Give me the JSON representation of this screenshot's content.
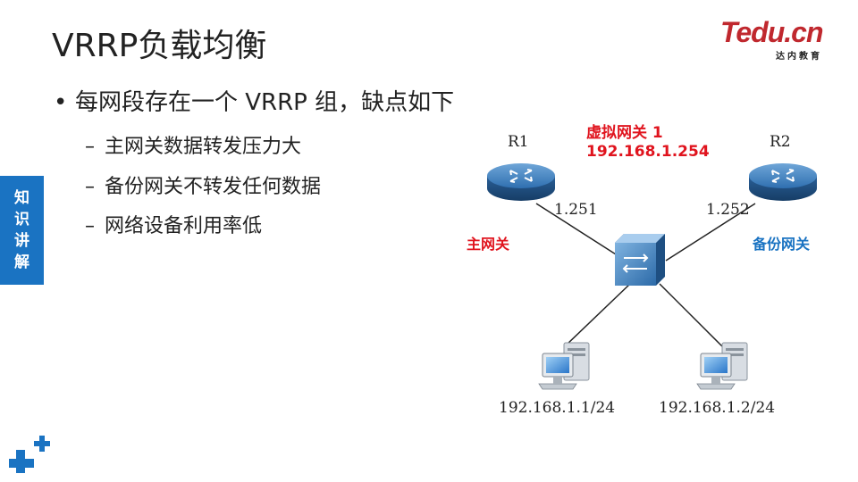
{
  "title": "VRRP负载均衡",
  "logo": {
    "main": "Tedu.cn",
    "sub": "达内教育"
  },
  "side_tab": {
    "chars": [
      "知",
      "识",
      "讲",
      "解"
    ]
  },
  "bullet": {
    "symbol": "•",
    "text": "每网段存在一个 VRRP 组，缺点如下"
  },
  "sub_items": [
    {
      "dash": "–",
      "text": "主网关数据转发压力大"
    },
    {
      "dash": "–",
      "text": "备份网关不转发任何数据"
    },
    {
      "dash": "–",
      "text": "网络设备利用率低"
    }
  ],
  "diagram": {
    "r1_label": "R1",
    "r2_label": "R2",
    "virtual_gw_line1": "虚拟网关 1",
    "virtual_gw_line2": "192.168.1.254",
    "r1_addr": "1.251",
    "r2_addr": "1.252",
    "master_label": "主网关",
    "backup_label": "备份网关",
    "pc1_addr": "192.168.1.1/24",
    "pc2_addr": "192.168.1.2/24"
  },
  "colors": {
    "accent_blue": "#1a73c2",
    "accent_red": "#e0141e",
    "logo_red": "#c0282e"
  }
}
